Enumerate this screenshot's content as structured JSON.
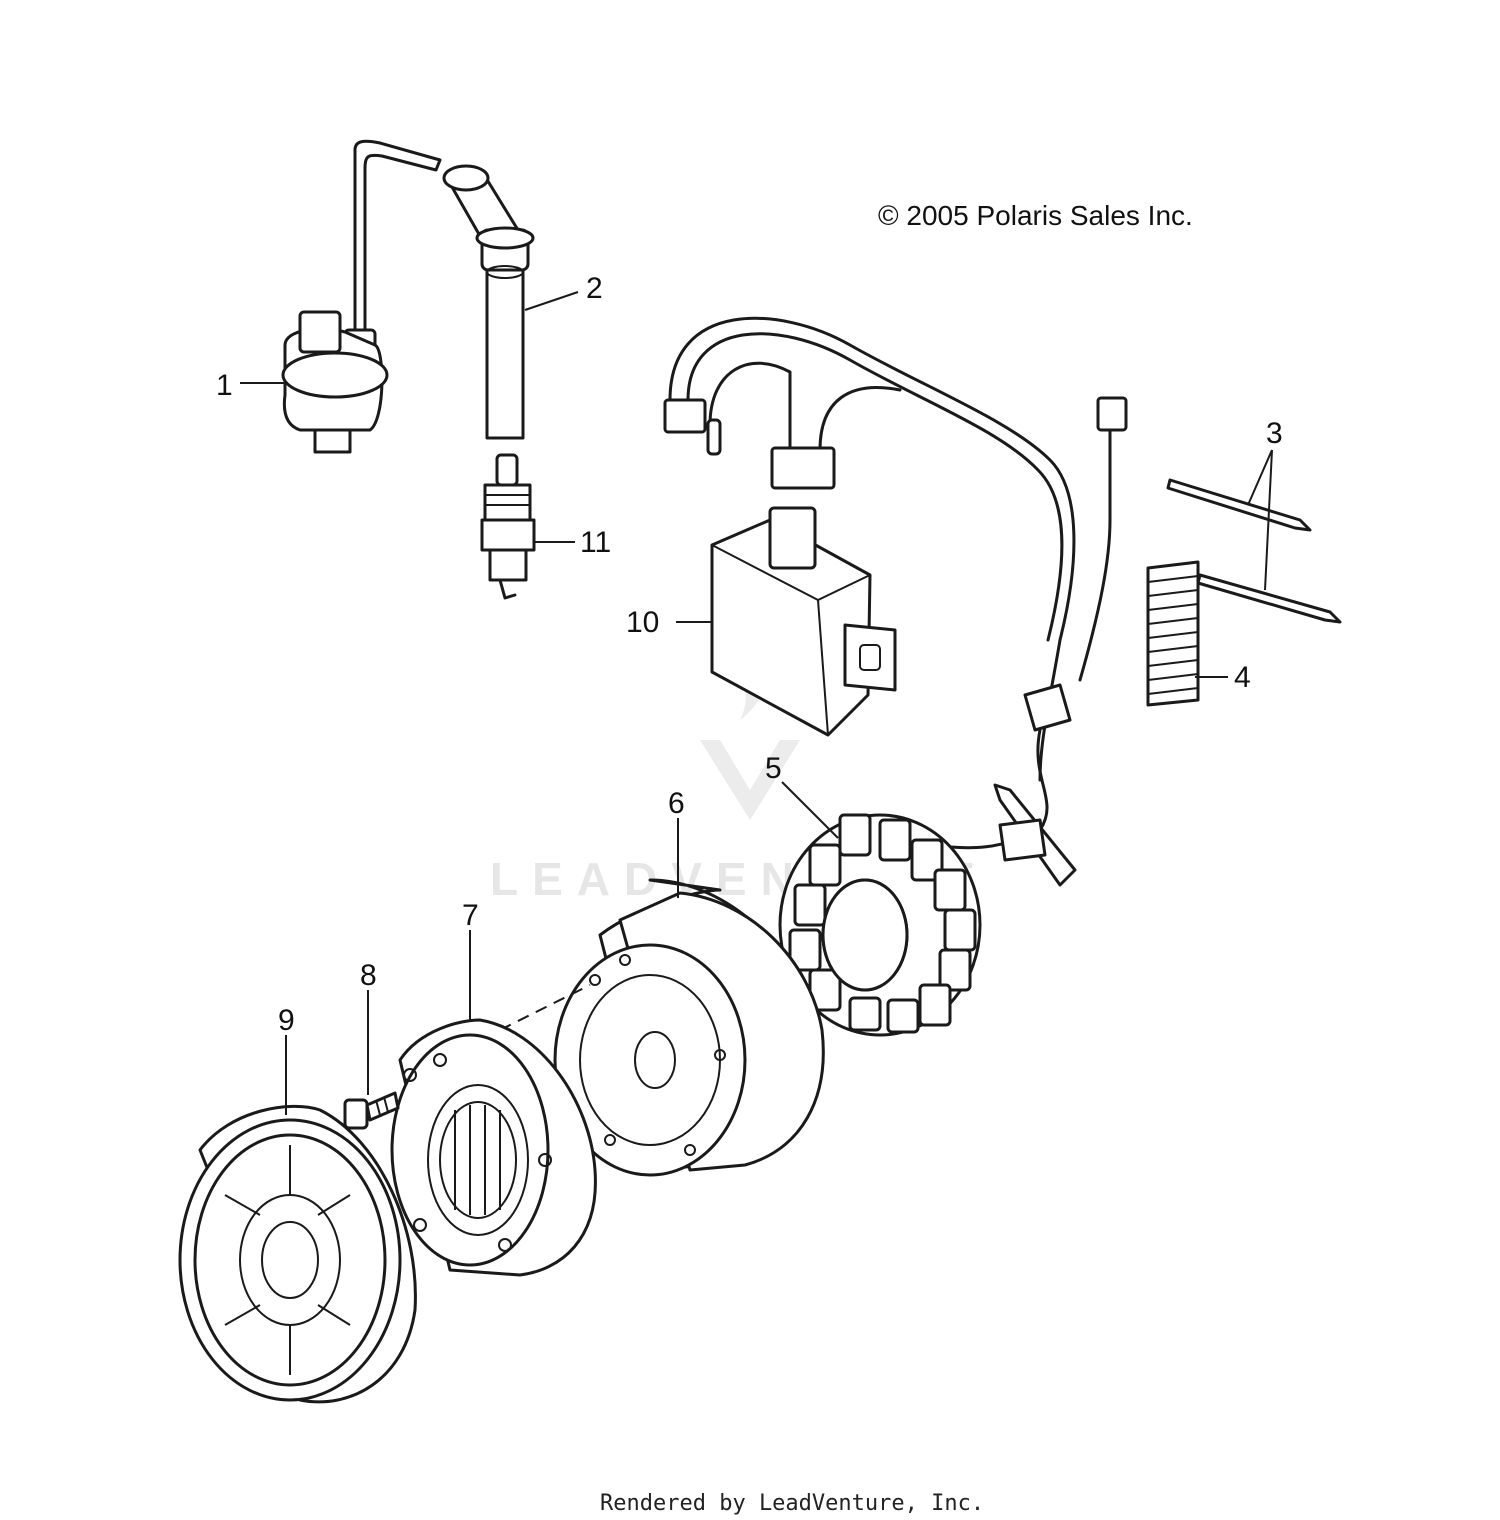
{
  "copyright": "© 2005 Polaris Sales Inc.",
  "footer": "Rendered by LeadVenture, Inc.",
  "watermark": "LEADVENTURE",
  "colors": {
    "line": "#1a1a1a",
    "background": "#ffffff",
    "watermark": "#e6e6e6"
  },
  "callouts": [
    {
      "id": "1",
      "label": "1"
    },
    {
      "id": "2",
      "label": "2"
    },
    {
      "id": "3",
      "label": "3"
    },
    {
      "id": "4",
      "label": "4"
    },
    {
      "id": "5",
      "label": "5"
    },
    {
      "id": "6",
      "label": "6"
    },
    {
      "id": "7",
      "label": "7"
    },
    {
      "id": "8",
      "label": "8"
    },
    {
      "id": "9",
      "label": "9"
    },
    {
      "id": "10",
      "label": "10"
    },
    {
      "id": "11",
      "label": "11"
    }
  ]
}
